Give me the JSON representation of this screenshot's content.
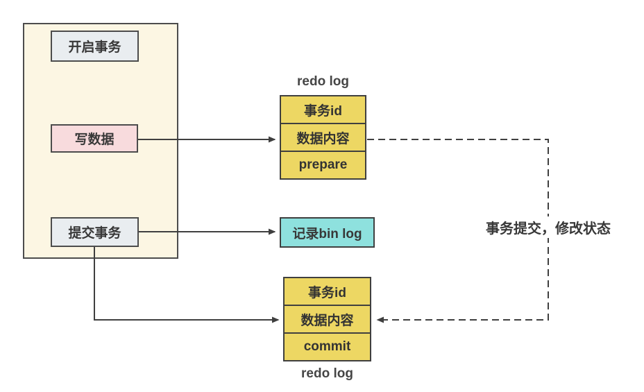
{
  "colors": {
    "background": "#ffffff",
    "container_fill": "#fcf6e3",
    "step_fill": "#e9edf0",
    "write_fill": "#f8dbdd",
    "log_row_fill": "#edd763",
    "binlog_fill": "#8ee1de",
    "border": "#4c4c4c",
    "line": "#3f3f3f",
    "text": "#383838"
  },
  "transaction_flow": {
    "start_label": "开启事务",
    "write_label": "写数据",
    "commit_label": "提交事务"
  },
  "redo_log_prepare": {
    "title": "redo log",
    "rows": [
      "事务id",
      "数据内容",
      "prepare"
    ]
  },
  "binlog": {
    "label": "记录bin log"
  },
  "redo_log_commit": {
    "rows": [
      "事务id",
      "数据内容",
      "commit"
    ],
    "title": "redo log"
  },
  "annotations": {
    "commit_state_label": "事务提交，修改状态"
  }
}
